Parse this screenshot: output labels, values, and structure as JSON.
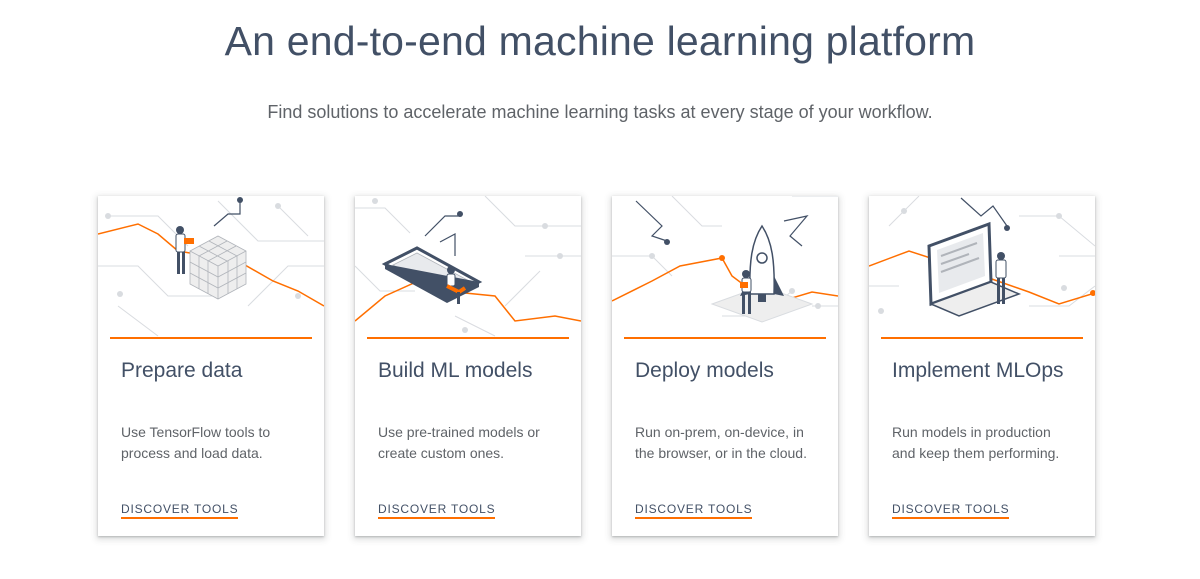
{
  "header": {
    "title": "An end-to-end machine learning platform",
    "subtitle": "Find solutions to accelerate machine learning tasks at every stage of your workflow."
  },
  "colors": {
    "accent": "#ff6f00",
    "heading": "#425066",
    "body": "#5f6368"
  },
  "cards": [
    {
      "title": "Prepare data",
      "description": "Use TensorFlow tools to process and load data.",
      "link": "DISCOVER TOOLS",
      "illustration": "data-cube-illustration"
    },
    {
      "title": "Build ML models",
      "description": "Use pre-trained models or create custom ones.",
      "link": "DISCOVER TOOLS",
      "illustration": "phone-model-illustration"
    },
    {
      "title": "Deploy models",
      "description": "Run on-prem, on-device, in the browser, or in the cloud.",
      "link": "DISCOVER TOOLS",
      "illustration": "rocket-illustration"
    },
    {
      "title": "Implement MLOps",
      "description": "Run models in production and keep them performing.",
      "link": "DISCOVER TOOLS",
      "illustration": "laptop-illustration"
    }
  ]
}
